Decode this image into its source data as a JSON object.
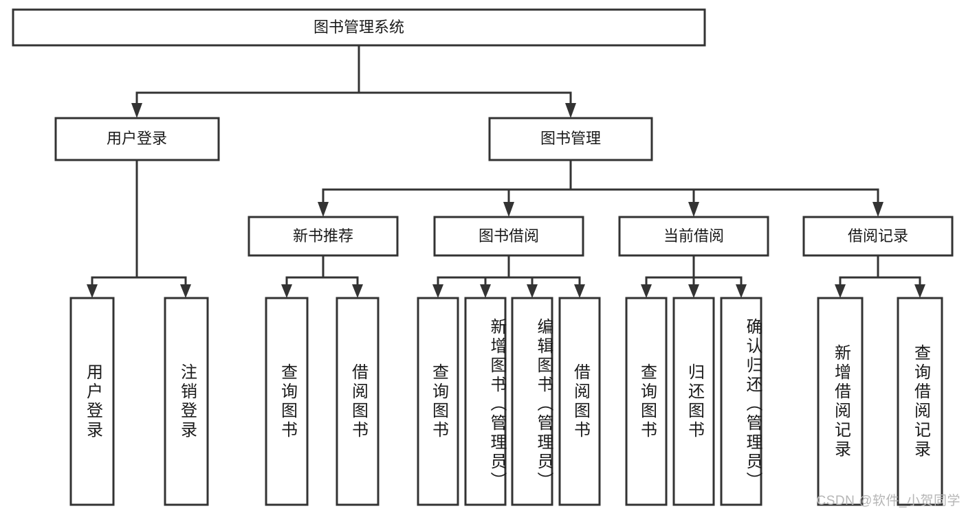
{
  "diagram": {
    "title": "图书管理系统",
    "type": "tree-hierarchy-chart",
    "colors": {
      "box_stroke": "#333333",
      "box_fill": "#ffffff",
      "text": "#1a1a1a",
      "background": "#ffffff",
      "watermark": "#b6b6b6"
    },
    "root": {
      "label": "图书管理系统"
    },
    "level2": [
      {
        "label": "用户登录"
      },
      {
        "label": "图书管理"
      }
    ],
    "level3": [
      {
        "label": "新书推荐"
      },
      {
        "label": "图书借阅"
      },
      {
        "label": "当前借阅"
      },
      {
        "label": "借阅记录"
      }
    ],
    "leaves": {
      "user_login": [
        {
          "label": "用户登录"
        },
        {
          "label": "注销登录"
        }
      ],
      "new_book_recommend": [
        {
          "label": "查询图书"
        },
        {
          "label": "借阅图书"
        }
      ],
      "book_borrow": [
        {
          "label": "查询图书"
        },
        {
          "label": "新增图书（管理员）"
        },
        {
          "label": "编辑图书（管理员）"
        },
        {
          "label": "借阅图书"
        }
      ],
      "current_borrow": [
        {
          "label": "查询图书"
        },
        {
          "label": "归还图书"
        },
        {
          "label": "确认归还（管理员）"
        }
      ],
      "borrow_record": [
        {
          "label": "新增借阅记录"
        },
        {
          "label": "查询借阅记录"
        }
      ]
    },
    "watermark": "CSDN @软件_小贺同学"
  }
}
